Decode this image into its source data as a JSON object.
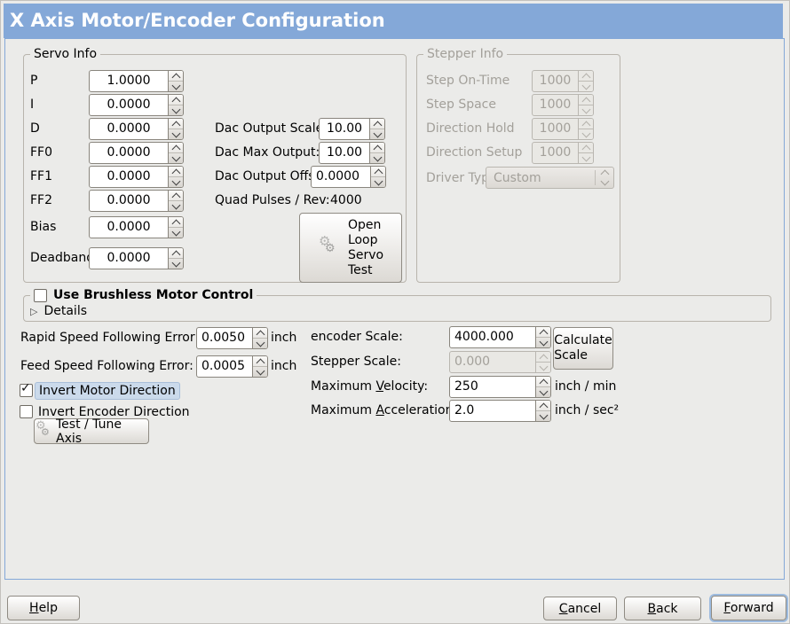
{
  "window": {
    "title": "X Axis Motor/Encoder Configuration"
  },
  "colors": {
    "titlebar_blue": "#84a8d8",
    "content_border_blue": "#84a8d8",
    "focus_highlight_blue": "#cbdaeb",
    "panel_gray": "#ebebe9"
  },
  "icons": {
    "gear": "⚙",
    "expander_arrow": "▷",
    "checkmark": "✓"
  },
  "servo_info": {
    "legend": "Servo Info",
    "rows": [
      {
        "label": "P",
        "value": "1.0000"
      },
      {
        "label": "I",
        "value": "0.0000"
      },
      {
        "label": "D",
        "value": "0.0000"
      },
      {
        "label": "FF0",
        "value": "0.0000"
      },
      {
        "label": "FF1",
        "value": "0.0000"
      },
      {
        "label": "FF2",
        "value": "0.0000"
      },
      {
        "label": "Bias",
        "value": "0.0000"
      },
      {
        "label": "Deadband",
        "value": "0.0000"
      }
    ],
    "dac_rows": [
      {
        "label": "Dac Output Scale:",
        "value": "10.00"
      },
      {
        "label": "Dac Max Output:",
        "value": "10.00"
      },
      {
        "label": "Dac Output Offset:",
        "value": "0.0000"
      }
    ],
    "quad_label": "Quad Pulses / Rev:",
    "quad_value": "4000",
    "open_loop_button": "Open\nLoop\nServo\nTest"
  },
  "stepper_info": {
    "legend": "Stepper Info",
    "rows": [
      {
        "label": "Step On-Time",
        "value": "1000"
      },
      {
        "label": "Step Space",
        "value": "1000"
      },
      {
        "label": "Direction Hold",
        "value": "1000"
      },
      {
        "label": "Direction Setup",
        "value": "1000"
      }
    ],
    "driver_type_label": "Driver Type:",
    "driver_type_value": "Custom"
  },
  "brushless": {
    "label": "Use Brushless Motor Control",
    "details": "Details"
  },
  "errors": {
    "rapid_label": "Rapid Speed Following Error:",
    "rapid_value": "0.0050",
    "rapid_unit": "inch",
    "feed_label": "Feed Speed Following Error:",
    "feed_value": "0.0005",
    "feed_unit": "inch"
  },
  "scaling": {
    "encoder_label": "encoder Scale:",
    "encoder_value": "4000.000",
    "stepper_label": "Stepper Scale:",
    "stepper_value": "0.000",
    "calc_button": "Calculate\nScale",
    "vel_pre": "Maximum ",
    "vel_mn": "V",
    "vel_post": "elocity:",
    "vel_value": "250",
    "vel_unit": "inch / min",
    "acc_pre": "Maximum ",
    "acc_mn": "A",
    "acc_post": "cceleration:",
    "acc_value": "2.0",
    "acc_unit": "inch / sec²"
  },
  "direction": {
    "invert_motor": "Invert Motor Direction",
    "invert_encoder": "Invert Encoder Direction",
    "test_button": "Test / Tune Axis"
  },
  "actions": {
    "help_mn": "H",
    "help_rest": "elp",
    "cancel_mn": "C",
    "cancel_rest": "ancel",
    "back_mn": "B",
    "back_rest": "ack",
    "forward_mn": "F",
    "forward_rest": "orward"
  }
}
